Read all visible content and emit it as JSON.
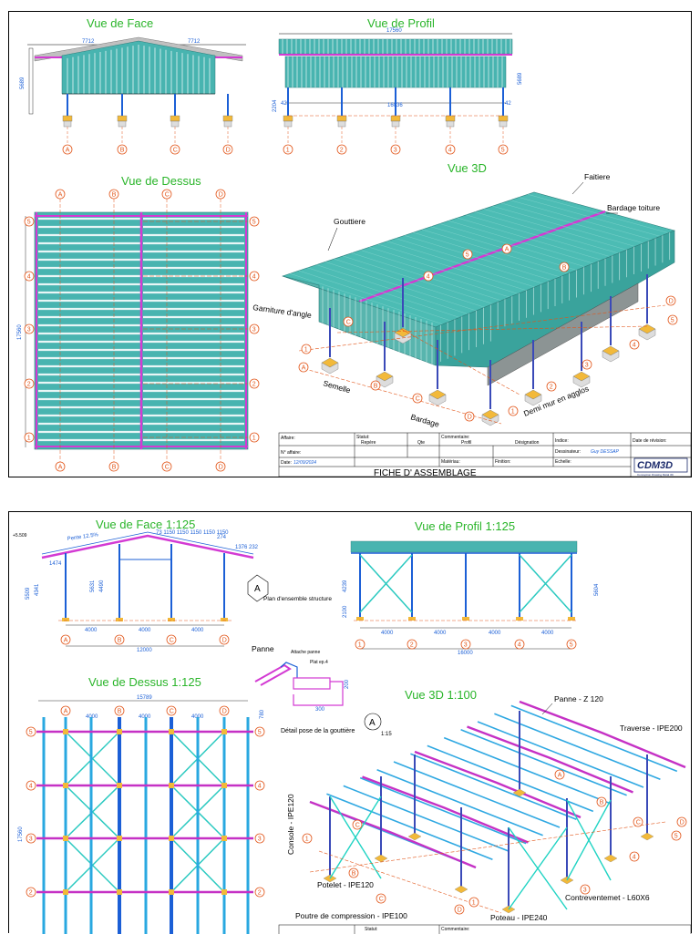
{
  "sheet1": {
    "titles": {
      "face": "Vue de Face",
      "profil": "Vue de Profil",
      "dessus": "Vue de Dessus",
      "vue3d": "Vue 3D"
    },
    "dims": {
      "face_left": "7712",
      "face_right": "7712",
      "face_height": "5689",
      "profil_len": "17560",
      "profil_sub": "16036",
      "profil_h": "2204",
      "profil_h2": "5689",
      "dessus_w": "17560",
      "left42": "42",
      "right42": "42"
    },
    "axes_letters": [
      "A",
      "B",
      "C",
      "D"
    ],
    "axes_numbers": [
      "1",
      "2",
      "3",
      "4",
      "5"
    ],
    "labels_3d": {
      "faitiere": "Faitiere",
      "bardage_toiture": "Bardage toiture",
      "gouttiere": "Gouttiere",
      "garniture": "Garniture d'angle",
      "semelle": "Semelle",
      "bardage": "Bardage",
      "demi_mur": "Demi mur en agglos"
    },
    "title_block": {
      "affaire": "Affaire:",
      "statut": "Statut:",
      "commentaire": "Commentaire:",
      "indice": "Indice:",
      "date_revision": "Date de révision:",
      "repere": "Repère",
      "qte": "Qte",
      "profil": "Profil",
      "designation": "Désignation",
      "dessinateur": "Dessinateur:",
      "dessinateur_name": "Guy DESSAP",
      "no_affaire": "N° affaire:",
      "materiau": "Matériau:",
      "finition": "Finition:",
      "echelle": "Echelle:",
      "date": "Date:",
      "date_value": "12/09/2024",
      "fiche": "FICHE  D' ASSEMBLAGE",
      "logo": "CDM3D",
      "logo_sub": "Conception Drawing Métal 3D"
    }
  },
  "sheet2": {
    "titles": {
      "face": "Vue de Face  1:125",
      "profil": "Vue de Profil  1:125",
      "dessus": "Vue de Dessus  1:125",
      "vue3d": "Vue 3D  1:100"
    },
    "level": "+5.509",
    "pente": "Pente 12.5%",
    "top_dims": "73 1150  1150  1150  1150  1150",
    "dims": {
      "d274": "274",
      "d1376": "1376",
      "d232": "232",
      "d1474": "1474",
      "h5509": "5509",
      "h4341": "4341",
      "h5631": "5631",
      "h4490": "4490",
      "span4000a": "4000",
      "span4000b": "4000",
      "span4000c": "4000",
      "total12000": "12000",
      "total16000": "16000",
      "dessus_w": "15789",
      "dessus_h": "17560",
      "h2100": "2100",
      "h4239": "4239",
      "h5604": "5604",
      "d300": "300",
      "d200": "200",
      "d780": "780"
    },
    "callout_a": "A",
    "plan_label": "Plan d'ensemble structure",
    "detail": {
      "panne": "Panne",
      "attache": "Attache panne",
      "plat": "Plat ep.4",
      "title": "Détail pose de la gouttière",
      "scale": "1:15"
    },
    "axes_letters": [
      "A",
      "B",
      "C",
      "D"
    ],
    "axes_numbers": [
      "1",
      "2",
      "3",
      "4",
      "5"
    ],
    "labels_3d": {
      "panne": "Panne - Z 120",
      "traverse": "Traverse - IPE200",
      "console": "Console - IPE120",
      "potelet": "Potelet - IPE120",
      "poutre": "Poutre de compression - IPE100",
      "poteau": "Poteau - IPE240",
      "contrevent": "Contreventemet - L60X6"
    },
    "title_block": {
      "statut": "Statut:",
      "commentaire": "Commentaire:"
    }
  }
}
